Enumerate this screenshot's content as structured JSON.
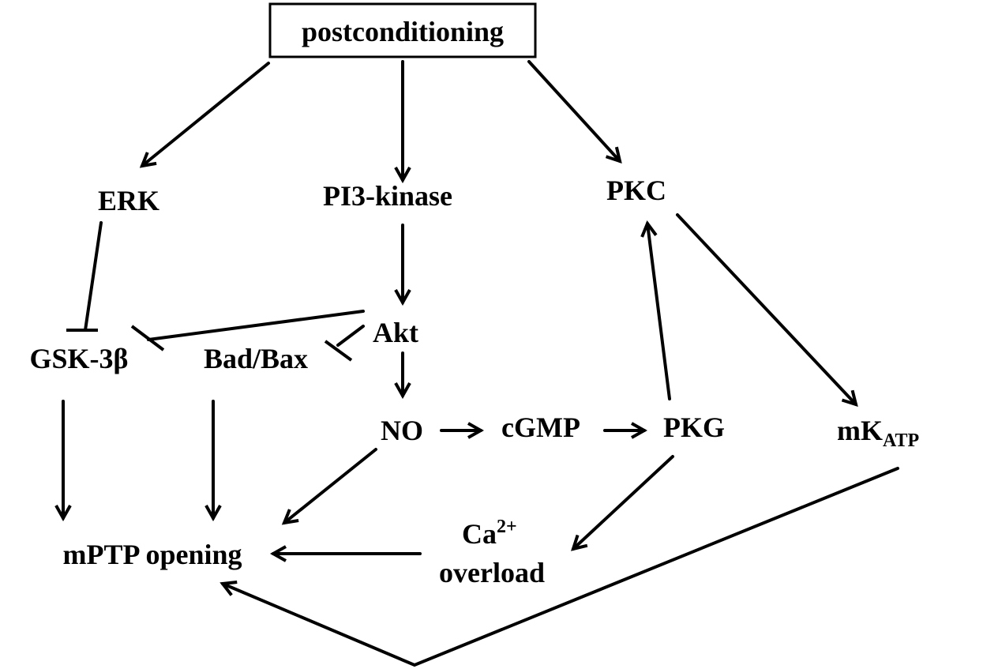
{
  "nodes": {
    "postconditioning": "postconditioning",
    "erk": "ERK",
    "pi3k": "PI3-kinase",
    "pkc": "PKC",
    "gsk3b": "GSK-3β",
    "badbax": "Bad/Bax",
    "akt": "Akt",
    "no": "NO",
    "cgmp": "cGMP",
    "pkg": "PKG",
    "mkatp_main": "mK",
    "mkatp_sub": "ATP",
    "ca_main": "Ca",
    "ca_sup": "2+",
    "ca_line2": "overload",
    "mptp": "mPTP opening"
  },
  "colors": {
    "ink": "#000000",
    "background": "#ffffff"
  }
}
